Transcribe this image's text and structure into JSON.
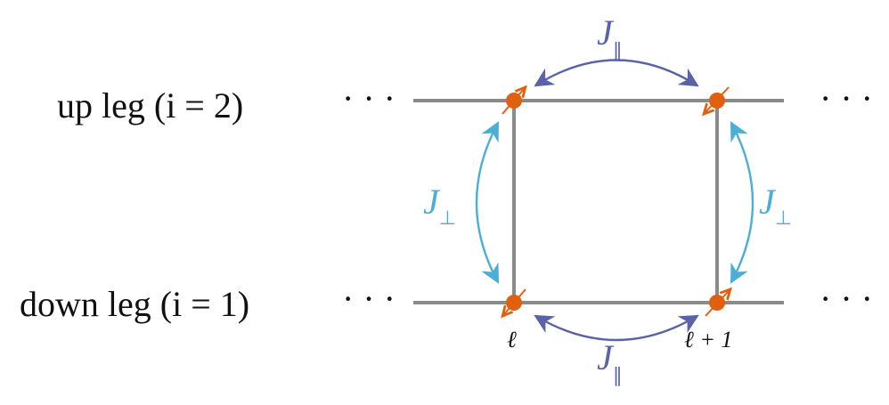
{
  "labels": {
    "up_leg": "up leg (i = 2)",
    "down_leg": "down leg (i = 1)",
    "dots_left_up": "· · ·",
    "dots_right_up": "· · ·",
    "dots_left_down": "· · ·",
    "dots_right_down": "· · ·",
    "site_l": "ℓ",
    "site_l_plus_1": "ℓ + 1"
  },
  "couplings": {
    "parallel_top": {
      "symbol": "J",
      "subscript": "∥"
    },
    "parallel_bottom": {
      "symbol": "J",
      "subscript": "∥"
    },
    "perp_left": {
      "symbol": "J",
      "subscript": "⊥"
    },
    "perp_right": {
      "symbol": "J",
      "subscript": "⊥"
    }
  },
  "colors": {
    "leg_line": "#8a8a8a",
    "site_fill": "#e0600f",
    "spin_arrow": "#e0600f",
    "parallel_coupling": "#5b63a8",
    "perp_coupling": "#4aaed6",
    "text": "#111111"
  }
}
